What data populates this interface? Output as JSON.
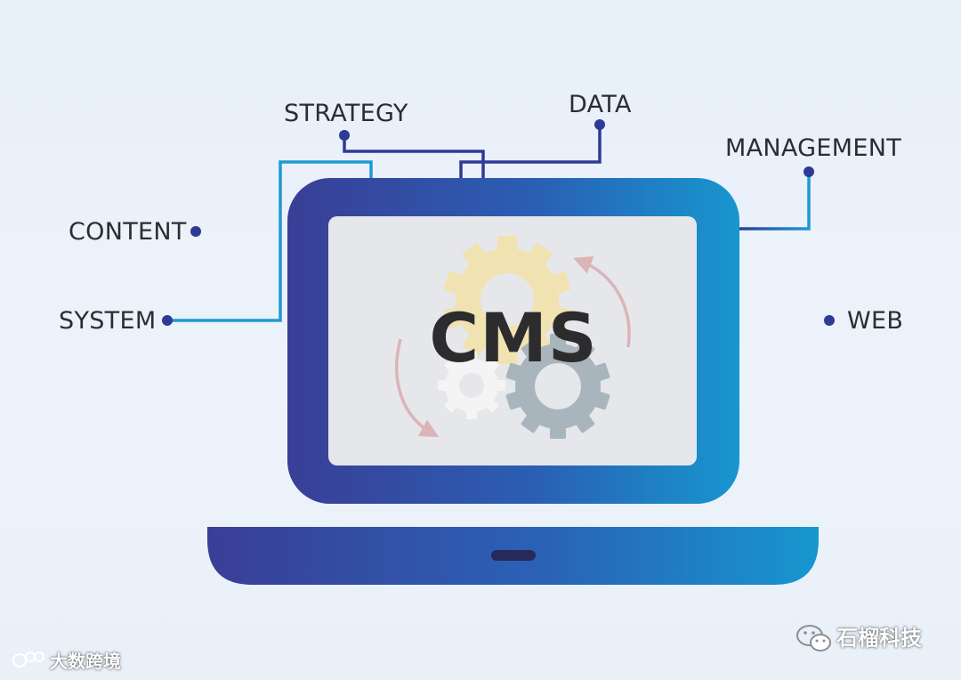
{
  "diagram": {
    "center_label": "CMS",
    "nodes": [
      {
        "id": "strategy",
        "label": "STRATEGY"
      },
      {
        "id": "data",
        "label": "DATA"
      },
      {
        "id": "management",
        "label": "MANAGEMENT"
      },
      {
        "id": "content",
        "label": "CONTENT"
      },
      {
        "id": "system",
        "label": "SYSTEM"
      },
      {
        "id": "web",
        "label": "WEB"
      }
    ]
  },
  "watermarks": {
    "left": "大数跨境",
    "right": "石榴科技"
  },
  "colors": {
    "background": "#e9f0f8",
    "laptop_gradient_start": "#3a3e96",
    "laptop_gradient_end": "#1797cf",
    "screen": "#e6e7eb",
    "connector_dark": "#2e3b94",
    "connector_light": "#1e9ad2",
    "gear_yellow": "#f1e3b1",
    "gear_gray": "#a8b5bd",
    "gear_white": "#f4f4f4",
    "arrow_pink": "#dbb4b7",
    "text": "#2b2d30"
  }
}
